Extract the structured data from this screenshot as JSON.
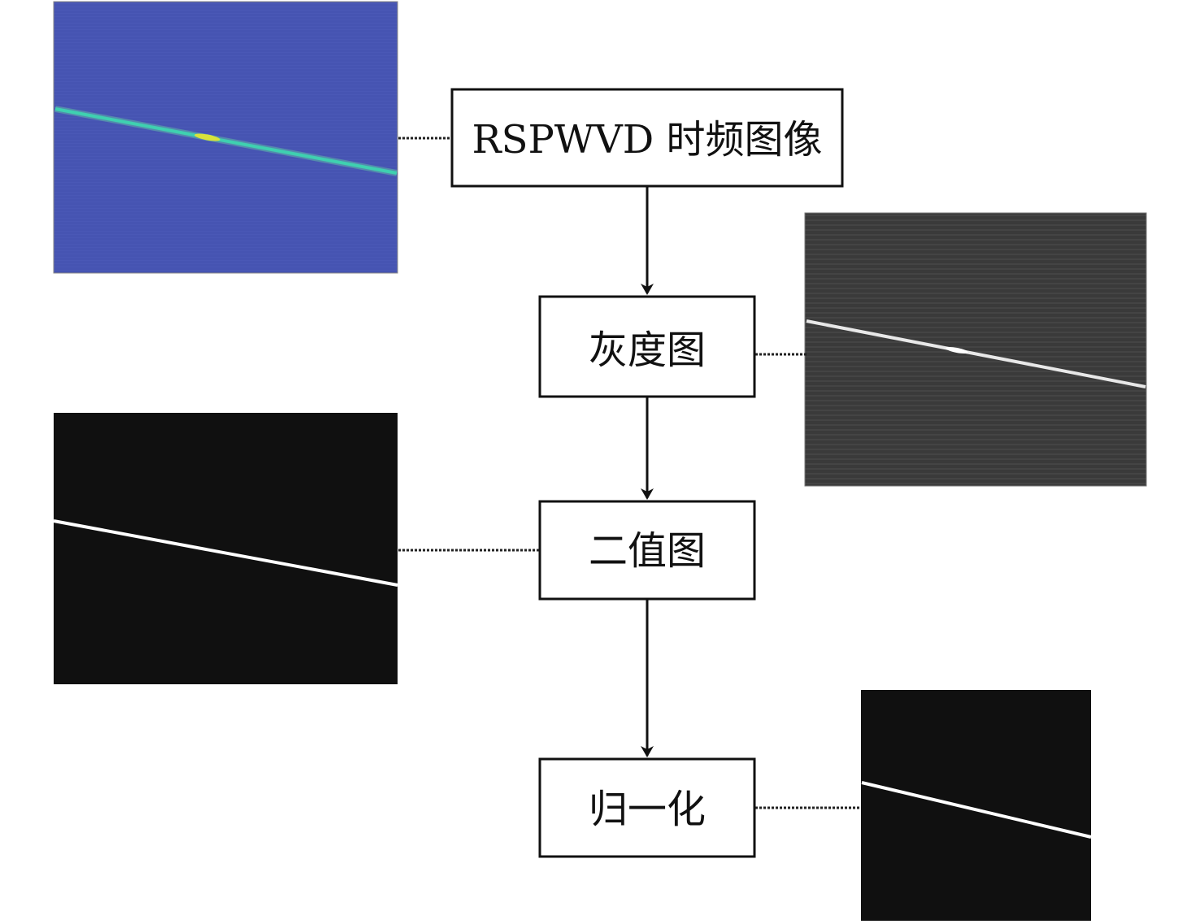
{
  "diagram": {
    "nodes": [
      {
        "id": "rspwvd",
        "label": "RSPWVD 时频图像"
      },
      {
        "id": "gray",
        "label": "灰度图"
      },
      {
        "id": "binary",
        "label": "二值图"
      },
      {
        "id": "normalize",
        "label": "归一化"
      }
    ],
    "edges": [
      {
        "from": "rspwvd",
        "to": "gray"
      },
      {
        "from": "gray",
        "to": "binary"
      },
      {
        "from": "binary",
        "to": "normalize"
      }
    ],
    "images": [
      {
        "id": "tf-image",
        "attached_to": "rspwvd",
        "style": "colormap",
        "background": "#4755b0",
        "line": "#3fd0b0"
      },
      {
        "id": "gray-image",
        "attached_to": "gray",
        "style": "grayscale",
        "background": "#3a3a3a",
        "line": "#e8e8e8"
      },
      {
        "id": "binary-image",
        "attached_to": "binary",
        "style": "binary",
        "background": "#101010",
        "line": "#ffffff"
      },
      {
        "id": "normalized-image",
        "attached_to": "normalize",
        "style": "binary",
        "background": "#101010",
        "line": "#ffffff"
      }
    ]
  }
}
